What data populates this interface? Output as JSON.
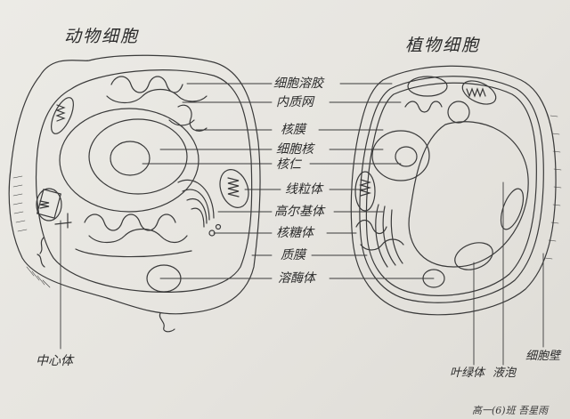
{
  "animal_cell": {
    "title": "动物细胞",
    "centrosome_label": "中心体"
  },
  "plant_cell": {
    "title": "植物细胞",
    "bottom_labels": {
      "chloroplast": "叶绿体",
      "vacuole": "液泡",
      "cell_wall": "细胞壁"
    }
  },
  "shared_labels": [
    {
      "id": "cytosol",
      "text": "细胞溶胶"
    },
    {
      "id": "er",
      "text": "内质网"
    },
    {
      "id": "nuclear_membrane",
      "text": "核膜"
    },
    {
      "id": "nucleus",
      "text": "细胞核"
    },
    {
      "id": "nucleolus",
      "text": "核仁"
    },
    {
      "id": "mitochondrion",
      "text": "线粒体"
    },
    {
      "id": "golgi",
      "text": "高尔基体"
    },
    {
      "id": "ribosome",
      "text": "核糖体"
    },
    {
      "id": "plasma_membrane",
      "text": "质膜"
    },
    {
      "id": "lysosome",
      "text": "溶酶体"
    }
  ],
  "signature": "高一(6)班 吾星雨",
  "colors": {
    "ink": "#3a3a3a",
    "paper": "#e9e7e2"
  }
}
